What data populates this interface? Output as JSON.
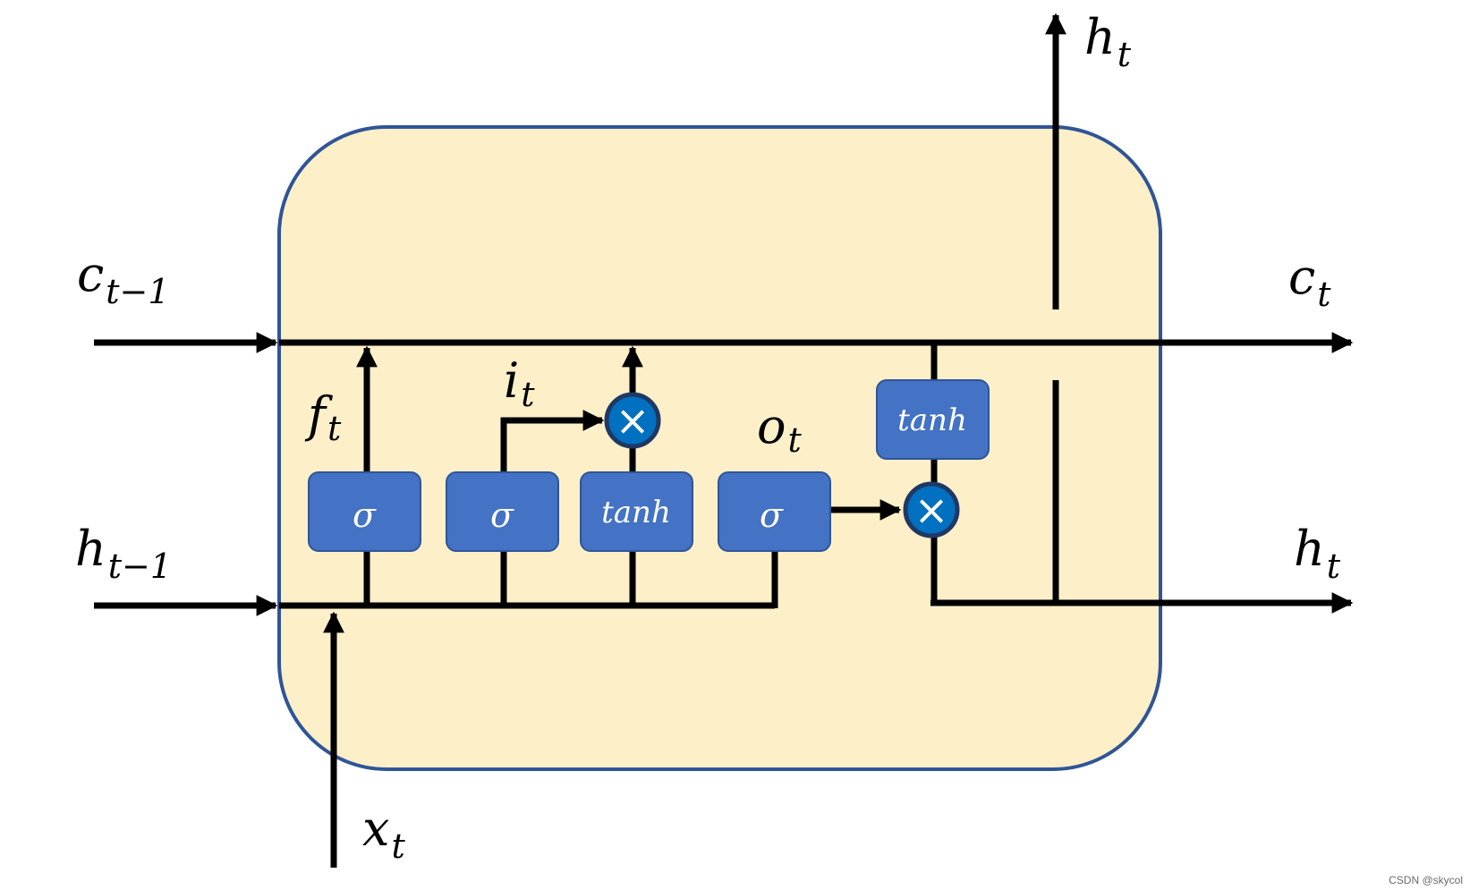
{
  "labels": {
    "c_prev": {
      "base": "c",
      "sub": "t−1"
    },
    "h_prev": {
      "base": "h",
      "sub": "t−1"
    },
    "x_t": {
      "base": "x",
      "sub": "t"
    },
    "c_t": {
      "base": "c",
      "sub": "t"
    },
    "h_t_out": {
      "base": "h",
      "sub": "t"
    },
    "h_t_top": {
      "base": "h",
      "sub": "t"
    },
    "f_t": {
      "base": "f",
      "sub": "t"
    },
    "i_t": {
      "base": "i",
      "sub": "t"
    },
    "o_t": {
      "base": "o",
      "sub": "t"
    }
  },
  "gates": {
    "forget": "σ",
    "input": "σ",
    "candidate": "tanh",
    "output": "σ",
    "cell_tanh": "tanh"
  },
  "operators": {
    "multiply_input": "×",
    "multiply_output": "×"
  },
  "colors": {
    "cell_fill": "#fdf0c9",
    "cell_border": "#2f5597",
    "gate_fill": "#4472c4",
    "gate_border": "#2f5597",
    "op_fill": "#0070c0",
    "op_border": "#1f3864",
    "line": "#000000"
  },
  "watermark": "CSDN @skycol"
}
